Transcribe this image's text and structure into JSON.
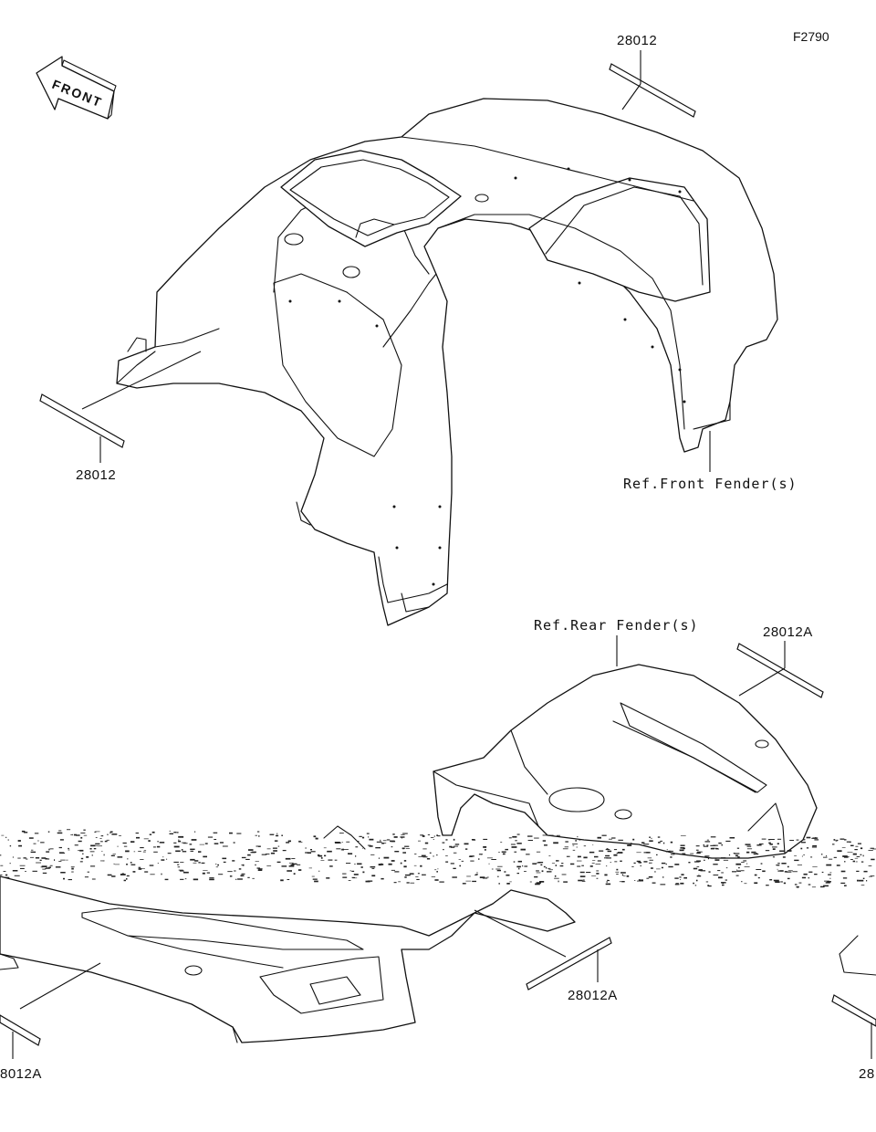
{
  "figure_id": "F2790",
  "front_arrow_text": "FRONT",
  "part_labels": {
    "top_right": "28012",
    "left": "28012",
    "rear_right": "28012A",
    "rear_center": "28012A",
    "rear_bottom_left": "8012A",
    "rear_bottom_right": "28"
  },
  "references": {
    "front_fender": "Ref.Front Fender(s)",
    "rear_fender": "Ref.Rear Fender(s)"
  }
}
